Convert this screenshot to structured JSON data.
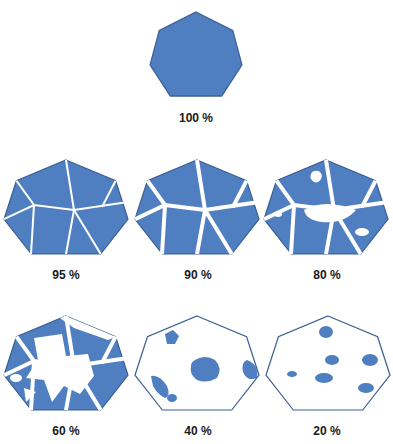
{
  "diagram": {
    "labels": [
      "100 %",
      "95 %",
      "90 %",
      "80 %",
      "60 %",
      "40 %",
      "20 %"
    ]
  }
}
